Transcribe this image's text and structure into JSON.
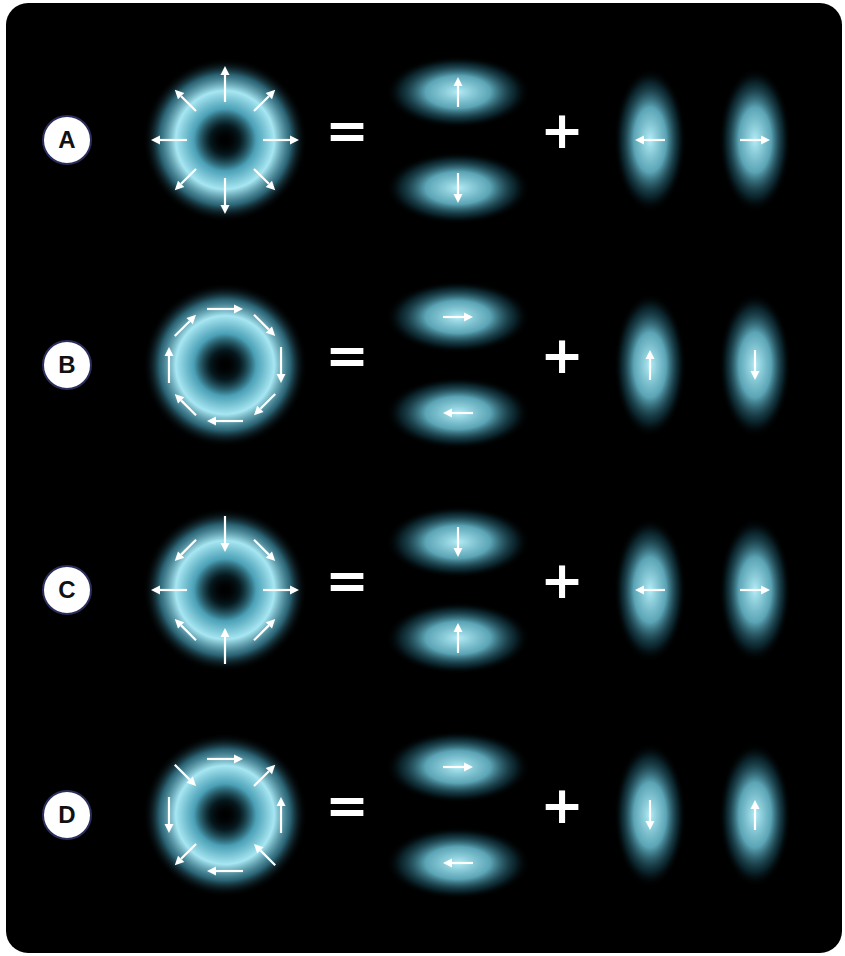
{
  "diagram": {
    "nodes": [
      {
        "text": [
          "A"
        ]
      },
      {
        "text": [
          "B"
        ]
      },
      {
        "text": [
          "C"
        ]
      },
      {
        "text": [
          "D"
        ]
      }
    ],
    "labels": [
      "=",
      "+",
      "=",
      "+",
      "=",
      "+",
      "=",
      "+"
    ]
  }
}
